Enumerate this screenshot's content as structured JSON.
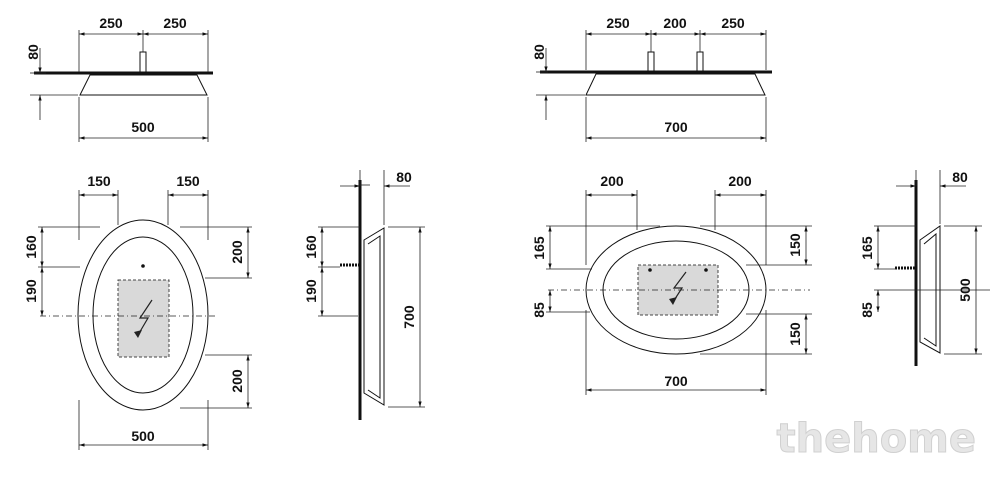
{
  "left_top": {
    "w1": "250",
    "w2": "250",
    "h": "80",
    "total": "500"
  },
  "left_front": {
    "top_left": "150",
    "top_right": "150",
    "h_top": "160",
    "h_mid": "190",
    "r_top": "200",
    "r_bot": "200",
    "total": "500"
  },
  "left_side": {
    "depth": "80",
    "h_top": "160",
    "h_mid": "190",
    "height": "700"
  },
  "right_top": {
    "w1": "250",
    "w2": "200",
    "w3": "250",
    "h": "80",
    "total": "700"
  },
  "right_front": {
    "top_left": "200",
    "top_right": "200",
    "h_top": "165",
    "h_bot": "85",
    "r_top": "150",
    "r_bot": "150",
    "total": "700"
  },
  "right_side": {
    "depth": "80",
    "h_top": "165",
    "h_bot": "85",
    "height": "500"
  },
  "watermark": "thehome"
}
